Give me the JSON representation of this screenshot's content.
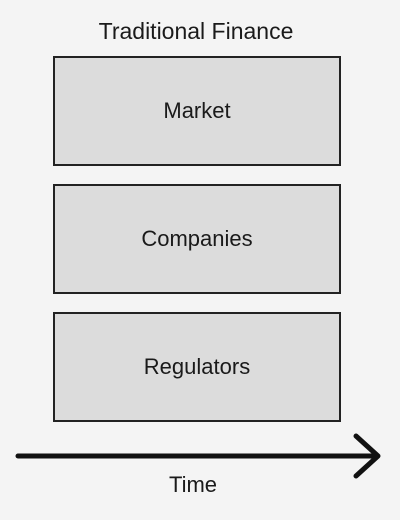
{
  "diagram": {
    "title": "Traditional Finance",
    "boxes": [
      {
        "label": "Market"
      },
      {
        "label": "Companies"
      },
      {
        "label": "Regulators"
      }
    ],
    "axis_label": "Time",
    "colors": {
      "background": "#f4f4f4",
      "box_fill": "#dcdcdc",
      "stroke": "#222222",
      "text": "#1a1a1a"
    }
  }
}
